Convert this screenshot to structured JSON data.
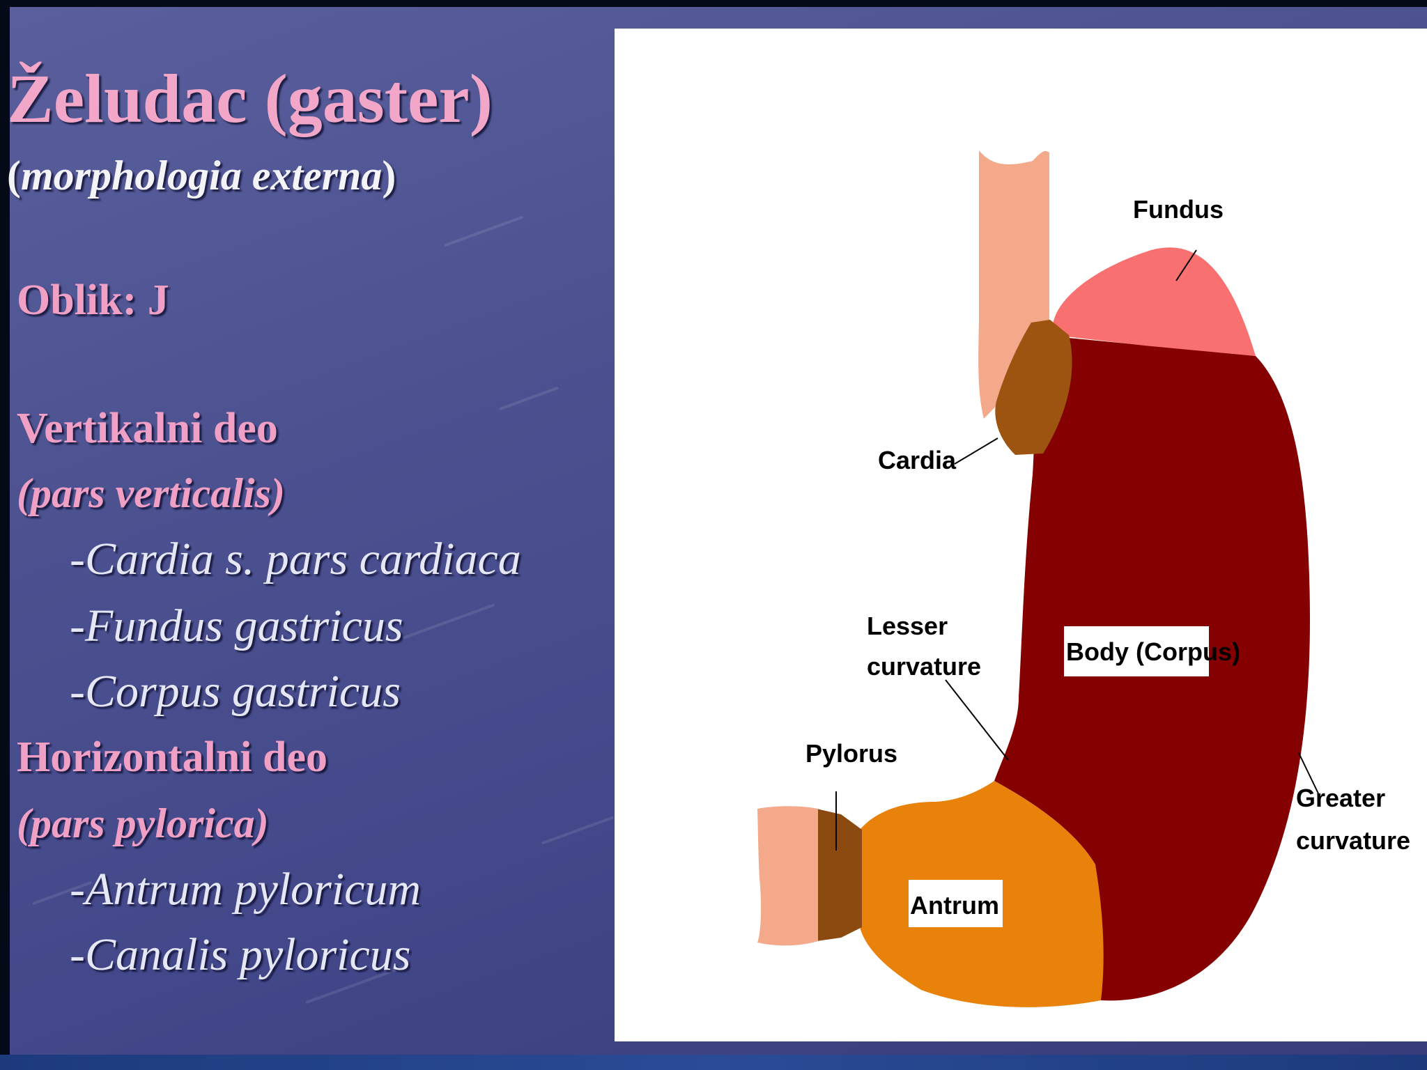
{
  "slide": {
    "title": "Želudac (gaster)",
    "subtitle_open": "(",
    "subtitle_italic": "morphologia externa",
    "subtitle_close": ")",
    "shape_label": "Oblik: J",
    "vertical_heading": "Vertikalni deo",
    "vertical_latin": "(pars verticalis)",
    "vertical_items": [
      "-Cardia s. pars cardiaca",
      "-Fundus gastricus",
      "-Corpus gastricus"
    ],
    "horizontal_heading": "Horizontalni deo",
    "horizontal_latin": "(pars pylorica)",
    "horizontal_items": [
      "-Antrum pyloricum",
      "-Canalis pyloricus"
    ]
  },
  "diagram": {
    "labels": {
      "fundus": "Fundus",
      "cardia": "Cardia",
      "body": "Body (Corpus)",
      "lesser_1": "Lesser",
      "lesser_2": "curvature",
      "pylorus": "Pylorus",
      "greater_1": "Greater",
      "greater_2": "curvature",
      "antrum": "Antrum"
    },
    "colors": {
      "esophagus": "#f4a98a",
      "fundus": "#f97070",
      "cardia": "#9c5410",
      "body": "#850000",
      "antrum": "#e8820a",
      "pylorus": "#8a4a10",
      "duodenum": "#f4a98a"
    }
  }
}
